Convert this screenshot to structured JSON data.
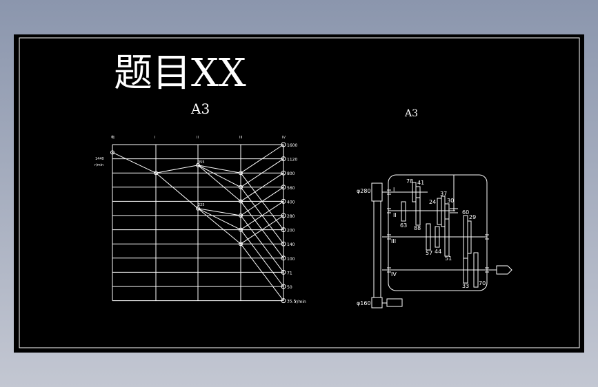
{
  "drawing": {
    "title": "题目XX",
    "sheet_label_left": "A3",
    "sheet_label_right": "A3",
    "background_color": "#000000",
    "line_color": "#ffffff"
  },
  "speed_chart": {
    "shaft_labels": [
      "电",
      "I",
      "II",
      "III",
      "IV"
    ],
    "motor_speed": "1440",
    "motor_unit": "r/min",
    "output_unit": "r/min",
    "speed_levels": [
      "1600",
      "1120",
      "800",
      "560",
      "400",
      "280",
      "200",
      "140",
      "100",
      "71",
      "50",
      "35.5"
    ],
    "node_labels": [
      "355",
      "225"
    ]
  },
  "transmission": {
    "shaft_labels": [
      "I",
      "II",
      "III",
      "IV"
    ],
    "pulley_top": "φ280",
    "pulley_bottom": "φ160",
    "gears": [
      "78",
      "41",
      "63",
      "88",
      "24",
      "37",
      "30",
      "60",
      "29",
      "57",
      "44",
      "51",
      "33",
      "70"
    ]
  }
}
